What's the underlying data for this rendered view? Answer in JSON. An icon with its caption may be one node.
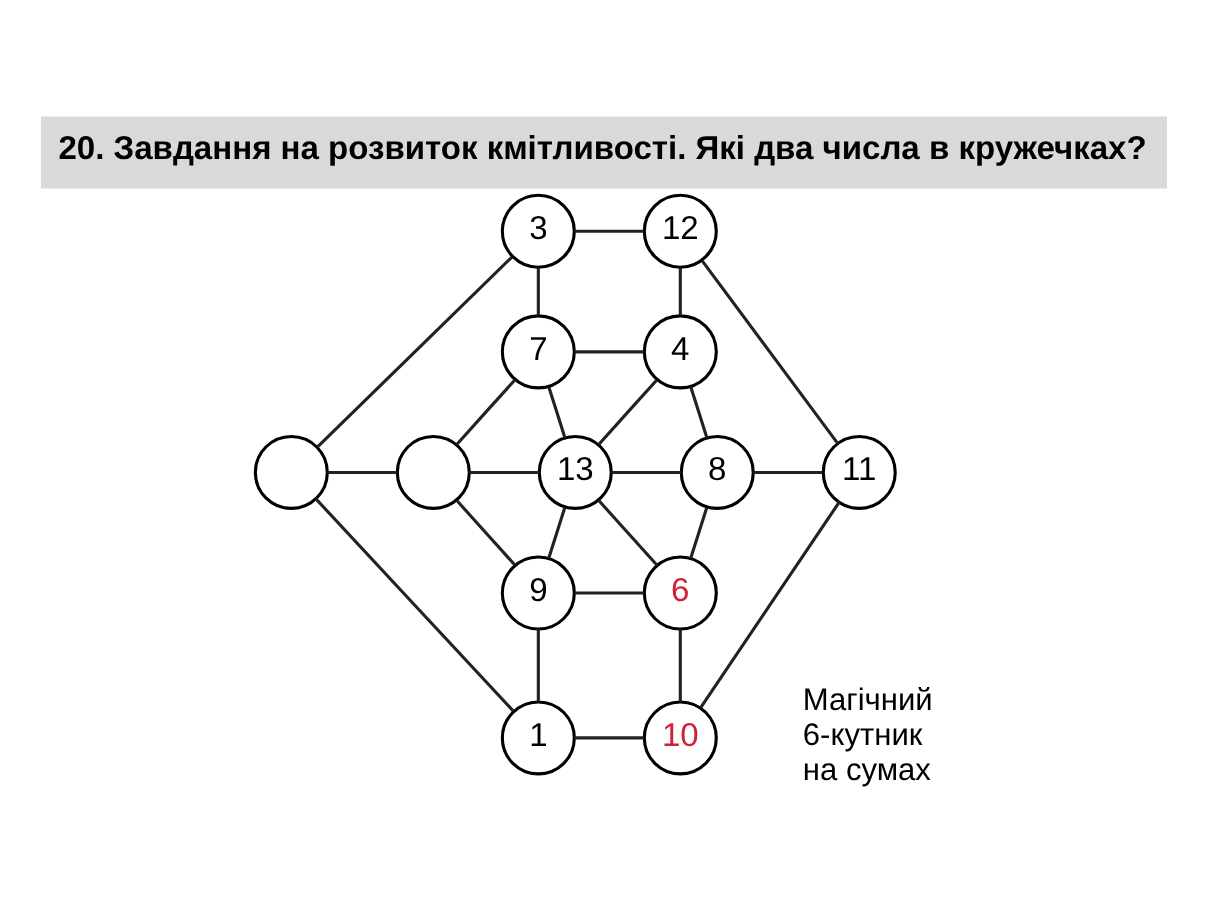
{
  "diagram": {
    "title": "20. Завдання на розвиток кмітливості. Які два числа в кружечках?",
    "nodes": [
      {
        "text": [
          "3"
        ]
      },
      {
        "text": [
          "12"
        ]
      },
      {
        "text": [
          "7"
        ]
      },
      {
        "text": [
          "4"
        ]
      },
      {
        "text": [],
        "shape": "circle"
      },
      {
        "text": [],
        "shape": "circle"
      },
      {
        "text": [
          "13"
        ]
      },
      {
        "text": [
          "8"
        ]
      },
      {
        "text": [
          "11"
        ]
      },
      {
        "text": [
          "9"
        ]
      },
      {
        "text": [
          "6"
        ]
      },
      {
        "text": [
          "1"
        ]
      },
      {
        "text": [
          "10"
        ]
      }
    ],
    "edges": [
      {
        "from": 0,
        "to": 1,
        "arrow": "none"
      },
      {
        "from": 0,
        "to": 4,
        "arrow": "none"
      },
      {
        "from": 0,
        "to": 2,
        "arrow": "none"
      },
      {
        "from": 1,
        "to": 3,
        "arrow": "none"
      },
      {
        "from": 1,
        "to": 8,
        "arrow": "none"
      },
      {
        "from": 2,
        "to": 3,
        "arrow": "none"
      },
      {
        "from": 2,
        "to": 5,
        "arrow": "none"
      },
      {
        "from": 2,
        "to": 6,
        "arrow": "none"
      },
      {
        "from": 3,
        "to": 6,
        "arrow": "none"
      },
      {
        "from": 3,
        "to": 7,
        "arrow": "none"
      },
      {
        "from": 4,
        "to": 5,
        "arrow": "none"
      },
      {
        "from": 5,
        "to": 6,
        "arrow": "none"
      },
      {
        "from": 6,
        "to": 7,
        "arrow": "none"
      },
      {
        "from": 7,
        "to": 8,
        "arrow": "none"
      },
      {
        "from": 5,
        "to": 9,
        "arrow": "none"
      },
      {
        "from": 6,
        "to": 9,
        "arrow": "none"
      },
      {
        "from": 6,
        "to": 10,
        "arrow": "none"
      },
      {
        "from": 7,
        "to": 10,
        "arrow": "none"
      },
      {
        "from": 9,
        "to": 10,
        "arrow": "none"
      },
      {
        "from": 9,
        "to": 11,
        "arrow": "none"
      },
      {
        "from": 10,
        "to": 12,
        "arrow": "none"
      },
      {
        "from": 11,
        "to": 12,
        "arrow": "none"
      },
      {
        "from": 4,
        "to": 11,
        "arrow": "none"
      },
      {
        "from": 8,
        "to": 12,
        "arrow": "none"
      }
    ],
    "labels": [
      "Магічний 6-кутник на сумах"
    ]
  }
}
